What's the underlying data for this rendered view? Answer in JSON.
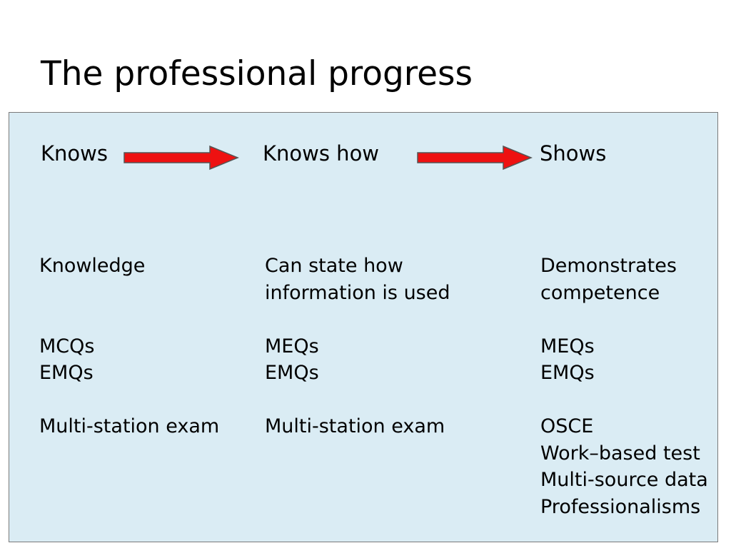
{
  "slide": {
    "title": "The professional progress"
  },
  "stages": [
    {
      "label": "Knows"
    },
    {
      "label": "Knows how"
    },
    {
      "label": "Shows"
    }
  ],
  "columns": [
    {
      "description": [
        "Knowledge"
      ],
      "methods": [
        "MCQs",
        "EMQs"
      ],
      "exams": [
        "Multi-station exam"
      ]
    },
    {
      "description": [
        "Can state how",
        "information is used"
      ],
      "methods": [
        "MEQs",
        "EMQs"
      ],
      "exams": [
        "Multi-station exam"
      ]
    },
    {
      "description": [
        "Demonstrates",
        "competence"
      ],
      "methods": [
        "MEQs",
        "EMQs"
      ],
      "exams": [
        "OSCE",
        "Work–based test",
        "Multi-source data",
        "Professionalisms"
      ]
    }
  ],
  "colors": {
    "box_background": "#daecf4",
    "box_border": "#7a7a7a",
    "arrow_fill": "#ee1111",
    "arrow_stroke": "#555555",
    "text": "#000000"
  },
  "icons": [
    "right-arrow-icon"
  ]
}
